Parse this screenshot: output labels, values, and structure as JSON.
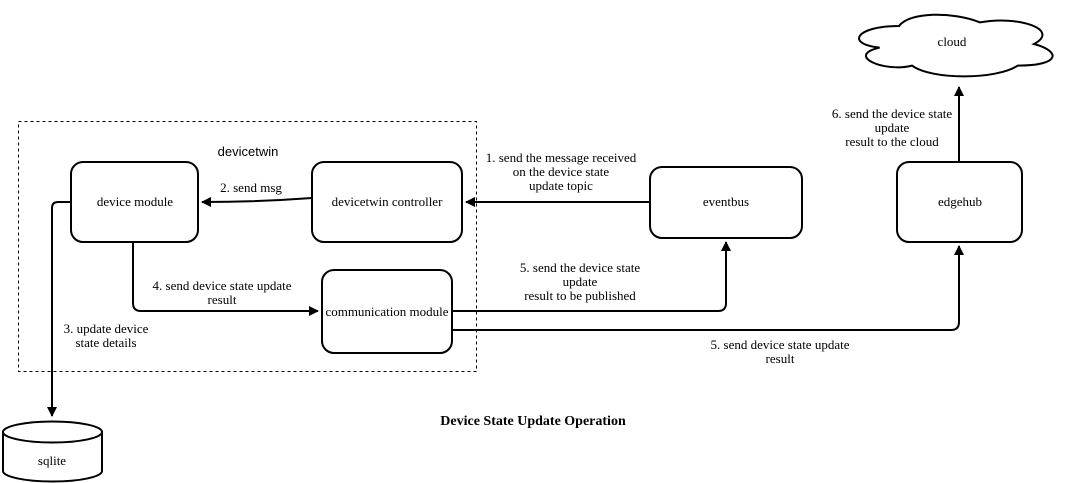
{
  "diagram": {
    "title": "Device State Update Operation",
    "container": {
      "label": "devicetwin"
    },
    "nodes": {
      "cloud": {
        "label": "cloud"
      },
      "edgehub": {
        "label": "edgehub"
      },
      "eventbus": {
        "label": "eventbus"
      },
      "device_module": {
        "label": "device module"
      },
      "devicetwin_controller": {
        "label": "devicetwin controller"
      },
      "communication_module": {
        "label": "communication module"
      },
      "sqlite": {
        "label": "sqlite"
      }
    },
    "edges": {
      "e1": {
        "label": "1. send the message received\non the device state\nupdate topic"
      },
      "e2": {
        "label": "2. send msg"
      },
      "e3": {
        "label": "3. update device\nstate details"
      },
      "e4": {
        "label": "4. send device state update\nresult"
      },
      "e5a": {
        "label": "5. send the device state\nupdate\nresult to be published"
      },
      "e5b": {
        "label": "5. send device state update\nresult"
      },
      "e6": {
        "label": "6. send the device state\nupdate\nresult to the cloud"
      }
    },
    "colors": {
      "stroke": "#000000",
      "fill": "#ffffff",
      "background": "#ffffff"
    }
  }
}
